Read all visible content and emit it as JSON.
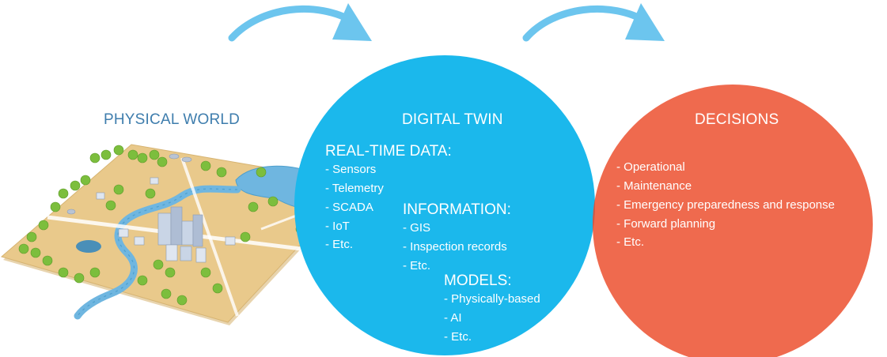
{
  "colors": {
    "digital_twin_circle": "#1bb8ec",
    "decisions_circle": "#ef6a4e",
    "overlap": "#c8594a",
    "arrow": "#6cc5ee",
    "physical_heading": "#3e7dad",
    "text_on_circle": "#ffffff",
    "ground": "#e9c98b",
    "water": "#6fb6e0",
    "tree": "#7cbe3d",
    "building": "#c9d5e6"
  },
  "physical_world": {
    "title": "PHYSICAL WORLD"
  },
  "digital_twin": {
    "title": "DIGITAL TWIN",
    "real_time_data": {
      "title": "REAL-TIME DATA:",
      "items": [
        "- Sensors",
        "- Telemetry",
        "- SCADA",
        "- IoT",
        "- Etc."
      ]
    },
    "information": {
      "title": "INFORMATION:",
      "items": [
        "- GIS",
        "- Inspection records",
        "- Etc."
      ]
    },
    "models": {
      "title": "MODELS:",
      "items": [
        "- Physically-based",
        "- AI",
        "- Etc."
      ]
    }
  },
  "decisions": {
    "title": "DECISIONS",
    "items": [
      "- Operational",
      "- Maintenance",
      "- Emergency preparedness and response",
      "- Forward planning",
      "- Etc."
    ]
  },
  "arrows": [
    "flow-arrow-physical-to-twin",
    "flow-arrow-twin-to-decisions"
  ]
}
